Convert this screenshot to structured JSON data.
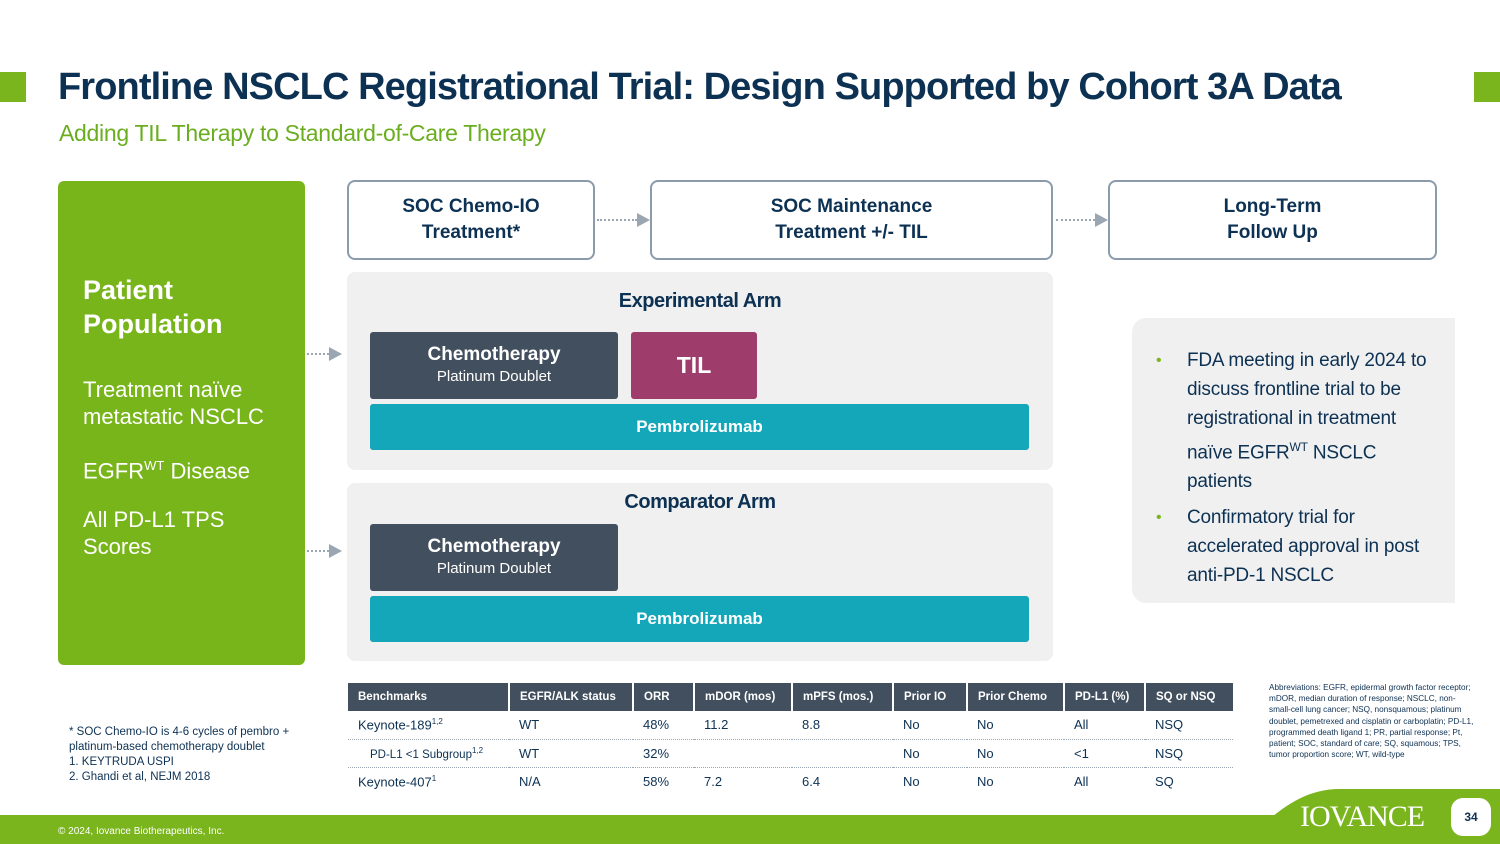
{
  "header": {
    "title": "Frontline NSCLC Registrational Trial: Design Supported by Cohort 3A Data",
    "subtitle": "Adding TIL Therapy to Standard-of-Care Therapy"
  },
  "patient_population": {
    "title": "Patient Population",
    "items": [
      {
        "text": "Treatment naïve metastatic NSCLC"
      },
      {
        "text": "EGFR",
        "sup": "WT",
        "text_after": " Disease"
      },
      {
        "text": "All PD-L1 TPS Scores"
      }
    ]
  },
  "phases": [
    {
      "label": "SOC Chemo-IO\nTreatment*"
    },
    {
      "label": "SOC Maintenance\nTreatment +/- TIL"
    },
    {
      "label": "Long-Term\nFollow Up"
    }
  ],
  "experimental_arm": {
    "title": "Experimental Arm",
    "chemo_main": "Chemotherapy",
    "chemo_sub": "Platinum Doublet",
    "til": "TIL",
    "pembro": "Pembrolizumab"
  },
  "comparator_arm": {
    "title": "Comparator Arm",
    "chemo_main": "Chemotherapy",
    "chemo_sub": "Platinum Doublet",
    "pembro": "Pembrolizumab"
  },
  "bullets": [
    {
      "text": "FDA meeting in early 2024 to discuss frontline trial to be registrational in treatment naïve EGFR",
      "sup": "WT",
      "text_after": " NSCLC patients"
    },
    {
      "text": "Confirmatory trial for accelerated approval in post anti-PD-1 NSCLC"
    }
  ],
  "footnotes": [
    "* SOC Chemo-IO is 4-6 cycles of pembro + platinum-based chemotherapy doublet",
    "1. KEYTRUDA USPI",
    "2. Ghandi et al, NEJM 2018"
  ],
  "benchmarks": {
    "headers": [
      "Benchmarks",
      "EGFR/ALK status",
      "ORR",
      "mDOR (mos)",
      "mPFS (mos.)",
      "Prior IO",
      "Prior Chemo",
      "PD-L1 (%)",
      "SQ or NSQ"
    ],
    "rows": [
      {
        "name": "Keynote-189",
        "sup": "1,2",
        "cells": [
          "WT",
          "48%",
          "11.2",
          "8.8",
          "No",
          "No",
          "All",
          "NSQ"
        ]
      },
      {
        "name": "PD-L1 <1 Subgroup",
        "sup": "1,2",
        "cells": [
          "WT",
          "32%",
          "",
          "",
          "No",
          "No",
          "<1",
          "NSQ"
        ]
      },
      {
        "name": "Keynote-407",
        "sup": "1",
        "cells": [
          "N/A",
          "58%",
          "7.2",
          "6.4",
          "No",
          "No",
          "All",
          "SQ"
        ]
      }
    ]
  },
  "abbreviations": "Abbreviations: EGFR, epidermal growth factor receptor; mDOR, median duration of response; NSCLC, non-small-cell lung cancer; NSQ, nonsquamous; platinum doublet, pemetrexed and cisplatin or carboplatin; PD-L1, programmed death ligand 1; PR, partial response; Pt, patient; SOC, standard of care; SQ, squamous; TPS, tumor proportion score; WT, wild-type",
  "footer": {
    "copyright": "© 2024, Iovance Biotherapeutics, Inc.",
    "logo": "IOVANCE",
    "page_number": "34"
  },
  "colors": {
    "brand_green": "#7ab51d",
    "navy": "#0d3153",
    "slate": "#424f5e",
    "teal": "#14a6b9",
    "magenta": "#9e3d6c"
  }
}
